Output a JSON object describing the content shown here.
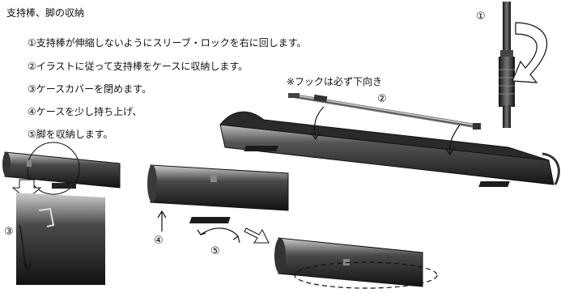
{
  "heading": "支持棒、脚の収納",
  "heading_marker": "．",
  "steps": [
    "①支持棒が伸縮しないようにスリーブ・ロックを右に回します。",
    "②イラストに従って支持棒をケースに収納します。",
    "③ケースカバーを閉めます。",
    "④ケースを少し持ち上げ、",
    "⑤脚を収納します。"
  ],
  "note": "※フックは必ず下向き",
  "callouts": {
    "sleeve_lock": "①",
    "rod": "②",
    "cover": "③",
    "lift": "④",
    "legs": "⑤"
  },
  "colors": {
    "case_dark": "#1c1c1c",
    "case_mid": "#5a5a5a",
    "case_light": "#c8c8c8",
    "line": "#111111"
  }
}
